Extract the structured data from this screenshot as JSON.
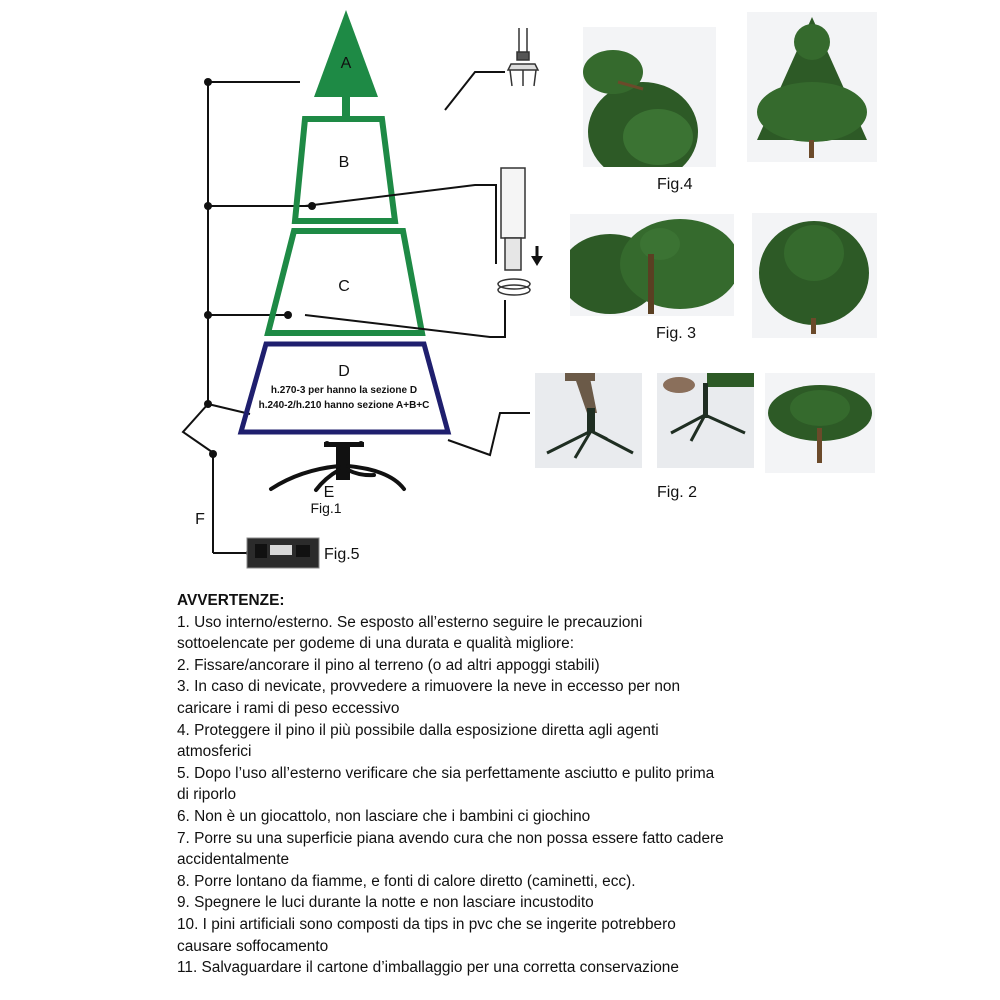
{
  "diagram": {
    "sections": {
      "a": "A",
      "b": "B",
      "c": "C",
      "d": "D",
      "e": "E",
      "f": "F"
    },
    "section_d_note_1": "h.270-3 per hanno la sezione D",
    "section_d_note_2": "h.240-2/h.210 hanno sezione A+B+C",
    "fig1": "Fig.1",
    "fig2": "Fig. 2",
    "fig3": "Fig. 3",
    "fig4": "Fig.4",
    "fig5": "Fig.5",
    "colors": {
      "tree_green": "#1e8a45",
      "section_d_navy": "#1f1f6e",
      "foliage": "#2d5a26"
    }
  },
  "warnings": {
    "title": "AVVERTENZE:",
    "lines": [
      "1. Uso interno/esterno. Se esposto all’esterno seguire le precauzioni",
      "sottoelencate per godeme di una durata e qualità migliore:",
      "2. Fissare/ancorare il pino al terreno (o ad altri appoggi stabili)",
      "3. In caso di nevicate, provvedere a rimuovere la neve in eccesso per non",
      "caricare i rami di peso eccessivo",
      "4.  Proteggere il pino il più possibile dalla esposizione diretta  agli agenti",
      "atmosferici",
      "5.  Dopo l’uso all’esterno verificare che sia perfettamente asciutto e pulito prima",
      "di riporlo",
      "6. Non è un giocattolo, non lasciare che i bambini ci giochino",
      "7. Porre su una superficie piana  avendo cura che non possa essere fatto cadere",
      "accidentalmente",
      "8. Porre lontano da fiamme, e fonti di calore diretto (caminetti, ecc).",
      "9. Spegnere le luci durante la notte e non lasciare incustodito",
      "10. I pini artificiali sono composti da tips in pvc che se ingerite potrebbero",
      "causare soffocamento",
      "11. Salvaguardare il cartone d’imballaggio per una corretta conservazione"
    ]
  }
}
